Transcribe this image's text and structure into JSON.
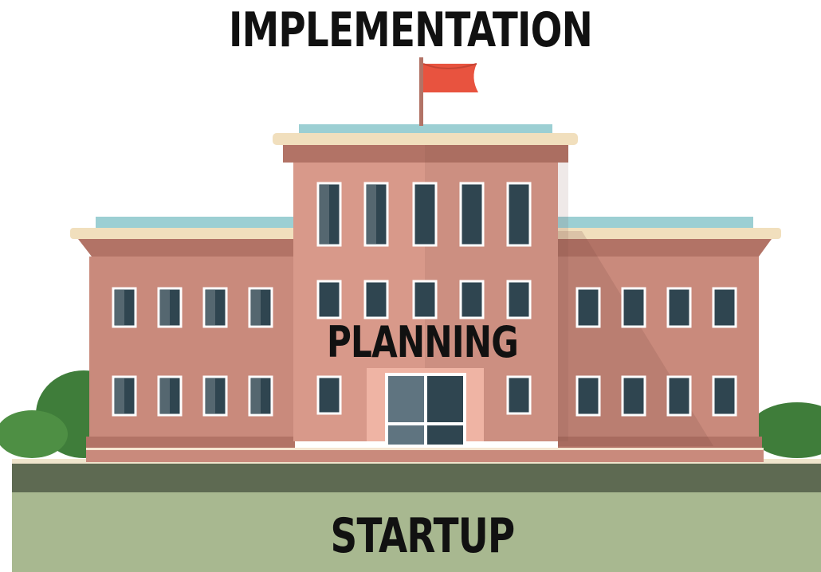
{
  "labels": {
    "top": "IMPLEMENTATION",
    "middle": "PLANNING",
    "bottom": "STARTUP"
  },
  "colors": {
    "brick": "#c98a7c",
    "brick_light": "#d8998a",
    "window": "#2f4550",
    "window_frame": "#ffffff",
    "roof_trim": "#f1dfbd",
    "roof_glass": "#9ccfd3",
    "flag": "#e8533f",
    "bush": "#3f7d3a",
    "ground_dark": "#5e6a52",
    "ground_light": "#a8b890"
  },
  "icons": {
    "building": "school-building-icon",
    "flag": "flag-icon"
  }
}
